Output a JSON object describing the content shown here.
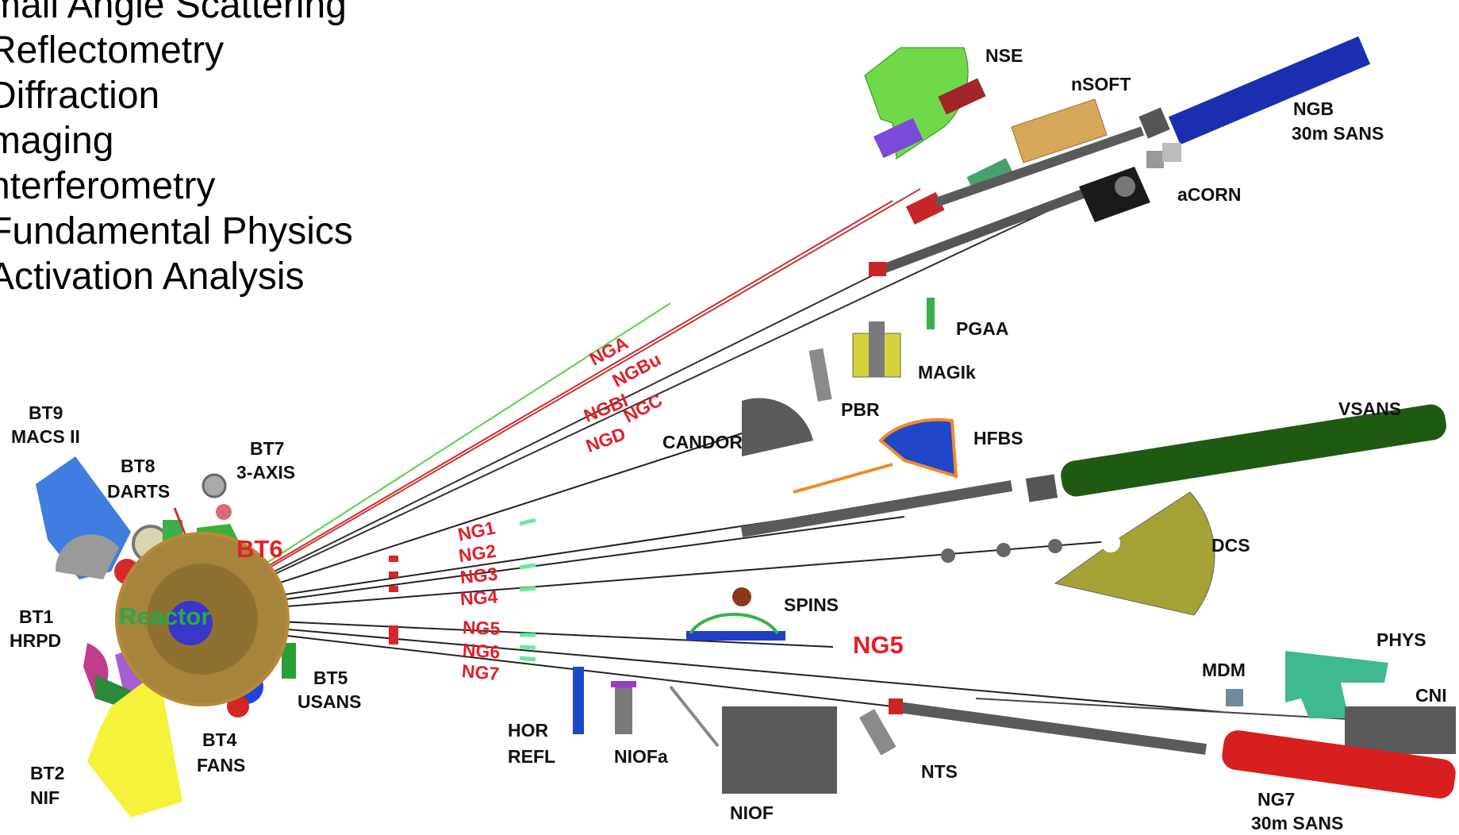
{
  "legend": {
    "items": [
      "mall Angle Scattering",
      "Reflectometry",
      "Diffraction",
      "maging",
      "nterferometry",
      "Fundamental Physics",
      "Activation Analysis"
    ]
  },
  "center": {
    "label": "Reactor"
  },
  "thermal_instruments": {
    "bt9": {
      "code": "BT9",
      "name": "MACS II"
    },
    "bt8": {
      "code": "BT8",
      "name": "DARTS"
    },
    "bt7": {
      "code": "BT7",
      "name": "3-AXIS"
    },
    "bt6": {
      "code": "BT6"
    },
    "bt1": {
      "code": "BT1",
      "name": "HRPD"
    },
    "bt5": {
      "code": "BT5",
      "name": "USANS"
    },
    "bt4": {
      "code": "BT4",
      "name": "FANS"
    },
    "bt2": {
      "code": "BT2",
      "name": "NIF"
    }
  },
  "guides": {
    "nga": "NGA",
    "ngbu": "NGBu",
    "ngbl": "NGBl",
    "ngc": "NGC",
    "ngd": "NGD",
    "ng1": "NG1",
    "ng2": "NG2",
    "ng3": "NG3",
    "ng4": "NG4",
    "ng5": "NG5",
    "ng6": "NG6",
    "ng7": "NG7",
    "ng5_big": "NG5"
  },
  "instruments": {
    "nse": "NSE",
    "nsoft": "nSOFT",
    "ngb_code": "NGB",
    "ngb_name": "30m SANS",
    "acorn": "aCORN",
    "pgaa": "PGAA",
    "magik": "MAGIk",
    "pbr": "PBR",
    "candor": "CANDOR",
    "hfbs": "HFBS",
    "vsans": "VSANS",
    "dcs": "DCS",
    "spins": "SPINS",
    "phys": "PHYS",
    "mdm": "MDM",
    "cni": "CNI",
    "hor_refl_1": "HOR",
    "hor_refl_2": "REFL",
    "niofa": "NIOFa",
    "nts": "NTS",
    "niof": "NIOF",
    "ng7_code": "NG7",
    "ng7_name": "30m SANS"
  },
  "colors": {
    "guide_label": "#e0202a",
    "reactor": "#a6843c",
    "reactor_text": "#29a84a",
    "nse_area": "#6fd94a",
    "ngb_tube": "#1a2fb0",
    "vsans_tube": "#1f5a12",
    "ng7_tube": "#d81f1f",
    "dcs_area": "#a5a236",
    "hfbs_area": "#1f47c8",
    "phys_area": "#3fba8e",
    "nif_area": "#f4f23a",
    "gray_beam": "#666666"
  }
}
